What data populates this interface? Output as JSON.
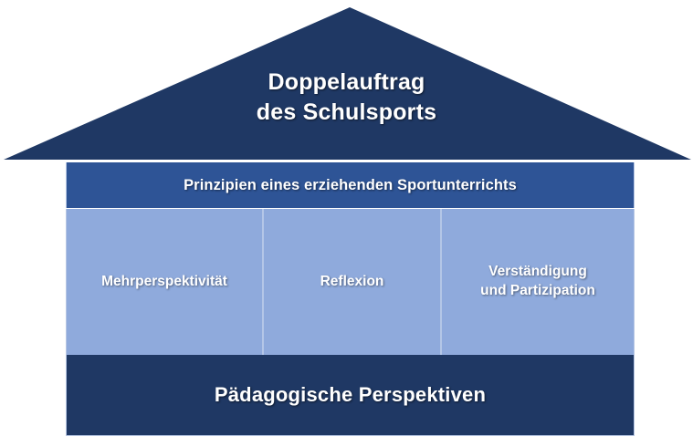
{
  "diagram": {
    "type": "house-diagram",
    "title": "Doppelauftrag des Schulsports",
    "roof": {
      "label": "Doppelauftrag\ndes Schulsports",
      "line1": "Doppelauftrag",
      "line2": "des Schulsports",
      "color": "#1F3864"
    },
    "principles_band": {
      "label": "Prinzipien eines erziehenden Sportunterrichts",
      "color": "#2E5496"
    },
    "pillars": [
      {
        "label": "Mehrperspektivität",
        "color": "#8FAADC"
      },
      {
        "label": "Reflexion",
        "color": "#8FAADC"
      },
      {
        "label": "Verständigung\nund Partizipation",
        "color": "#8FAADC"
      }
    ],
    "foundation": {
      "label": "Pädagogische Perspektiven",
      "color": "#1F3864"
    },
    "colors": {
      "dark_navy": "#1F3864",
      "medium_blue": "#2E5496",
      "light_blue": "#8FAADC",
      "divider": "#B4C6E7",
      "text": "#FFFFFF",
      "background": "#FFFFFF"
    }
  }
}
